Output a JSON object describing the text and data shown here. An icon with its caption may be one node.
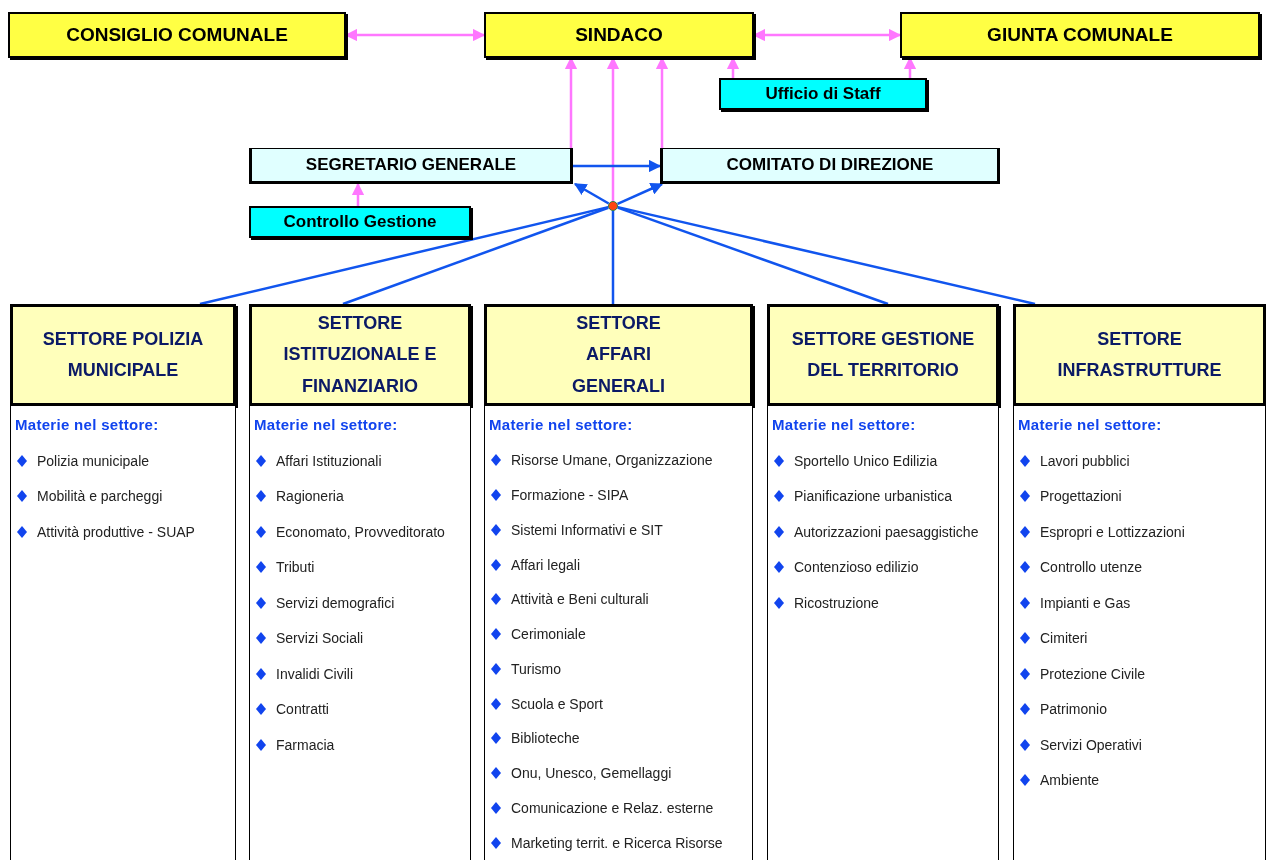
{
  "diagram": {
    "nodes": [
      {
        "text": [
          "CONSIGLIO COMUNALE"
        ]
      },
      {
        "text": [
          "SINDACO"
        ]
      },
      {
        "text": [
          "GIUNTA COMUNALE"
        ]
      },
      {
        "text": [
          "Ufficio di Staff"
        ]
      },
      {
        "text": [
          "SEGRETARIO GENERALE"
        ]
      },
      {
        "text": [
          "COMITATO DI DIREZIONE"
        ]
      },
      {
        "text": [
          "Controllo Gestione"
        ]
      },
      {
        "text": [],
        "shape": "circle"
      },
      {
        "text": [
          "SETTORE POLIZIA MUNICIPALE"
        ]
      },
      {
        "text": [
          "SETTORE ISTITUZIONALE E FINANZIARIO"
        ]
      },
      {
        "text": [
          "SETTORE AFFARI GENERALI"
        ]
      },
      {
        "text": [
          "SETTORE GESTIONE DEL TERRITORIO"
        ]
      },
      {
        "text": [
          "SETTORE INFRASTRUTTURE"
        ]
      },
      {
        "text": [
          "Materie nel settore:",
          "Polizia municipale",
          "Mobilità e parcheggi",
          "Attività produttive - SUAP"
        ]
      },
      {
        "text": [
          "Materie nel settore:",
          "Affari Istituzionali",
          "Ragioneria",
          "Economato, Provveditorato",
          "Tributi",
          "Servizi demografici",
          "Servizi Sociali",
          "Invalidi Civili",
          "Contratti",
          "Farmacia"
        ]
      },
      {
        "text": [
          "Materie nel settore:",
          "Risorse Umane, Organizzazione",
          "Formazione - SIPA",
          "Sistemi Informativi e SIT",
          "Affari legali",
          "Attività e Beni culturali",
          "Cerimoniale",
          "Turismo",
          "Scuola e Sport",
          "Biblioteche",
          "Onu, Unesco, Gemellaggi",
          "Comunicazione e Relaz. esterne",
          "Marketing territ. e Ricerca Risorse"
        ]
      },
      {
        "text": [
          "Materie nel settore:",
          "Sportello Unico Edilizia",
          "Pianificazione urbanistica",
          "Autorizzazioni paesaggistiche",
          "Contenzioso edilizio",
          "Ricostruzione"
        ]
      },
      {
        "text": [
          "Materie nel settore:",
          "Lavori pubblici",
          "Progettazioni",
          "Espropri e Lottizzazioni",
          "Controllo utenze",
          "Impianti e Gas",
          "Cimiteri",
          "Protezione Civile",
          "Patrimonio",
          "Servizi Operativi",
          "Ambiente"
        ]
      }
    ],
    "edges": [
      {
        "from": 0,
        "to": 1,
        "arrow": "both",
        "color": "#ff77ff"
      },
      {
        "from": 1,
        "to": 2,
        "arrow": "both",
        "color": "#ff77ff"
      },
      {
        "from": 3,
        "to": 1,
        "arrow": "to",
        "color": "#ff77ff"
      },
      {
        "from": 3,
        "to": 2,
        "arrow": "to",
        "color": "#ff77ff"
      },
      {
        "from": 4,
        "to": 1,
        "arrow": "to",
        "color": "#ff77ff"
      },
      {
        "from": 7,
        "to": 1,
        "arrow": "to",
        "color": "#ff77ff"
      },
      {
        "from": 5,
        "to": 1,
        "arrow": "to",
        "color": "#ff77ff"
      },
      {
        "from": 6,
        "to": 4,
        "arrow": "to",
        "color": "#ff77ff"
      },
      {
        "from": 4,
        "to": 5,
        "arrow": "to",
        "color": "#1155ee"
      },
      {
        "from": 7,
        "to": 4,
        "arrow": "to",
        "color": "#1155ee"
      },
      {
        "from": 7,
        "to": 5,
        "arrow": "to",
        "color": "#1155ee"
      },
      {
        "from": 7,
        "to": 8,
        "arrow": "none",
        "color": "#1155ee"
      },
      {
        "from": 7,
        "to": 9,
        "arrow": "none",
        "color": "#1155ee"
      },
      {
        "from": 7,
        "to": 10,
        "arrow": "none",
        "color": "#1155ee"
      },
      {
        "from": 7,
        "to": 11,
        "arrow": "none",
        "color": "#1155ee"
      },
      {
        "from": 7,
        "to": 12,
        "arrow": "none",
        "color": "#1155ee"
      }
    ]
  }
}
